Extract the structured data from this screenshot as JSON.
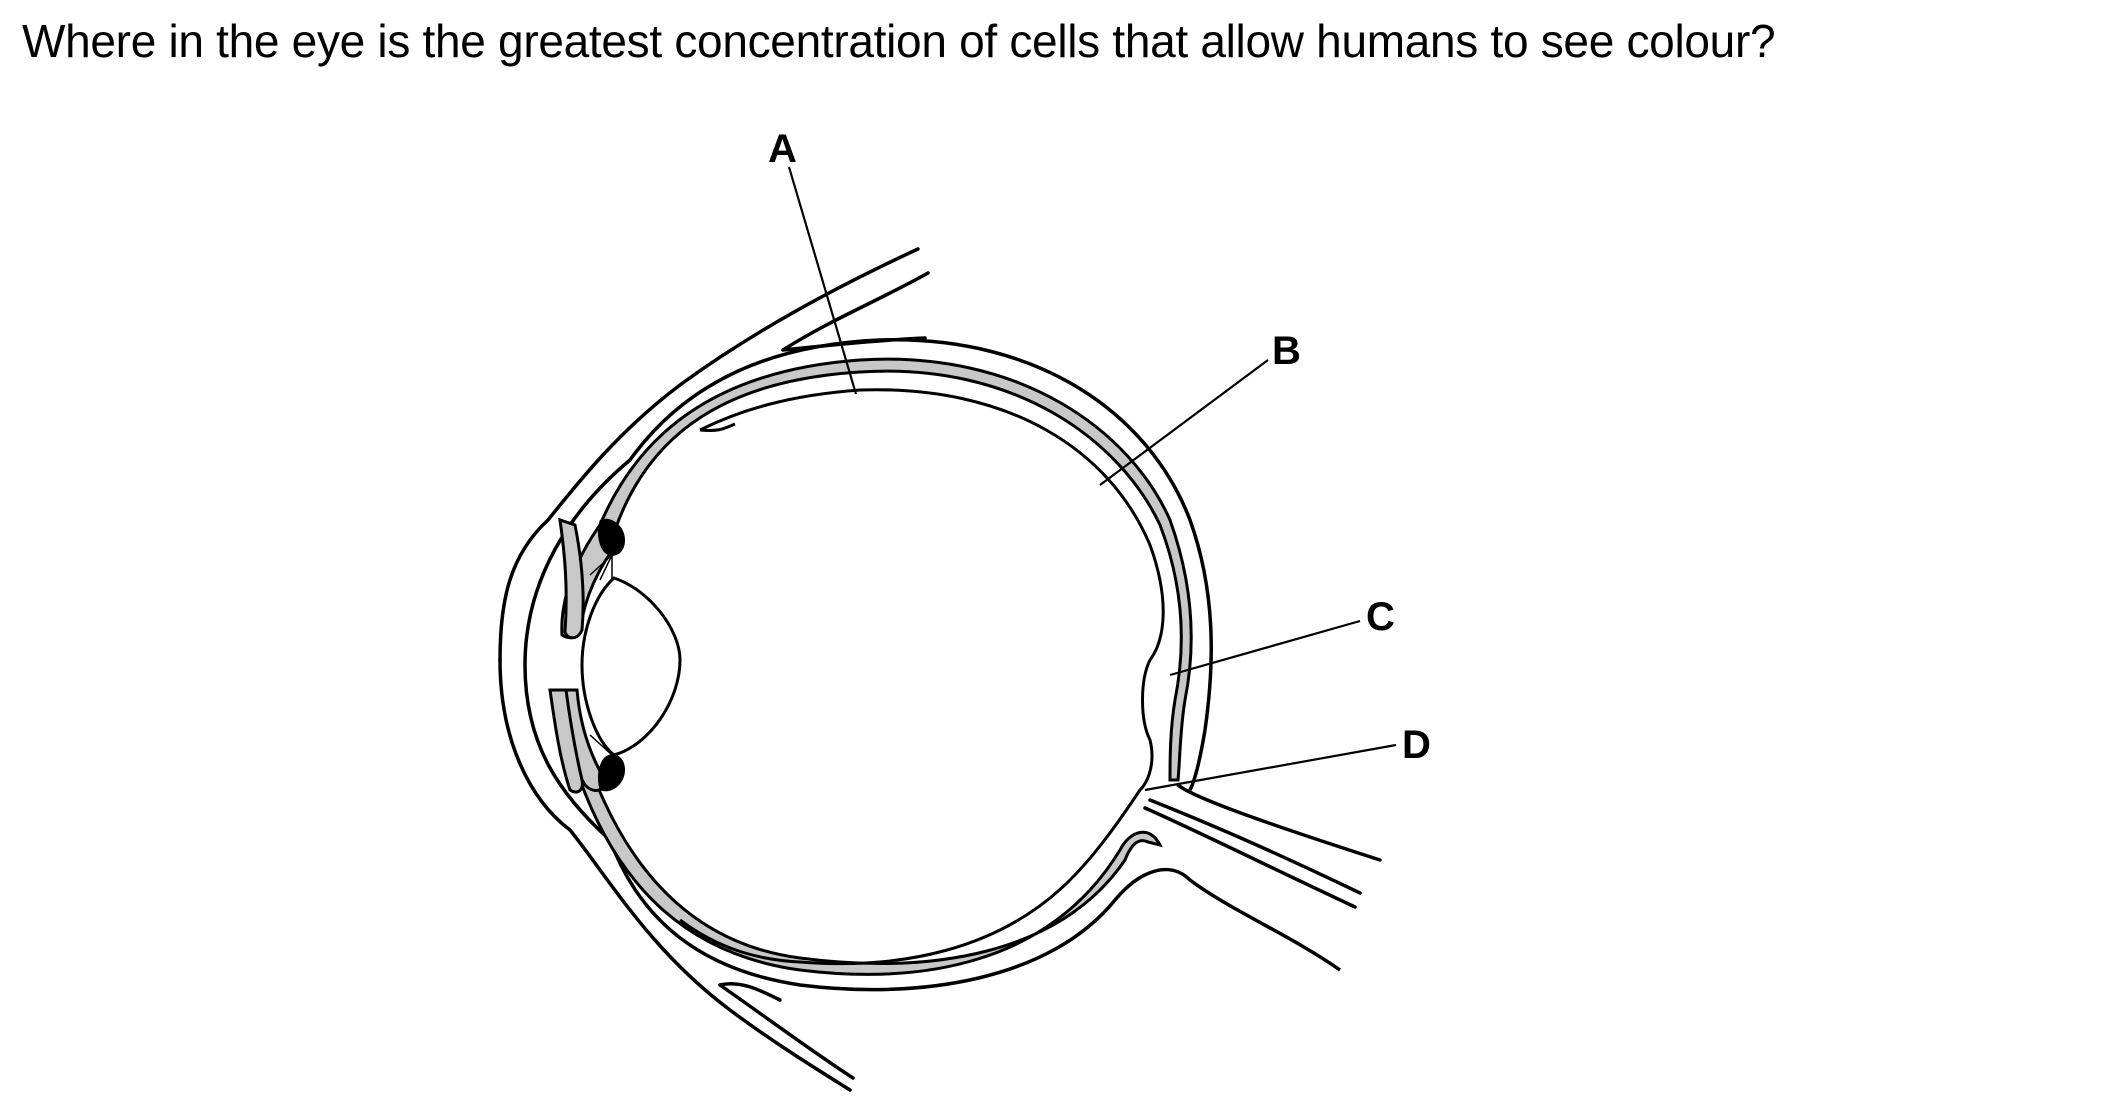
{
  "question": {
    "text": "Where in the eye is the greatest concentration of cells that allow humans to see colour?"
  },
  "diagram": {
    "labels": {
      "a": "A",
      "b": "B",
      "c": "C",
      "d": "D"
    },
    "colors": {
      "line": "#000000",
      "choroid_fill": "#c8c8c8",
      "background": "#ffffff"
    }
  }
}
